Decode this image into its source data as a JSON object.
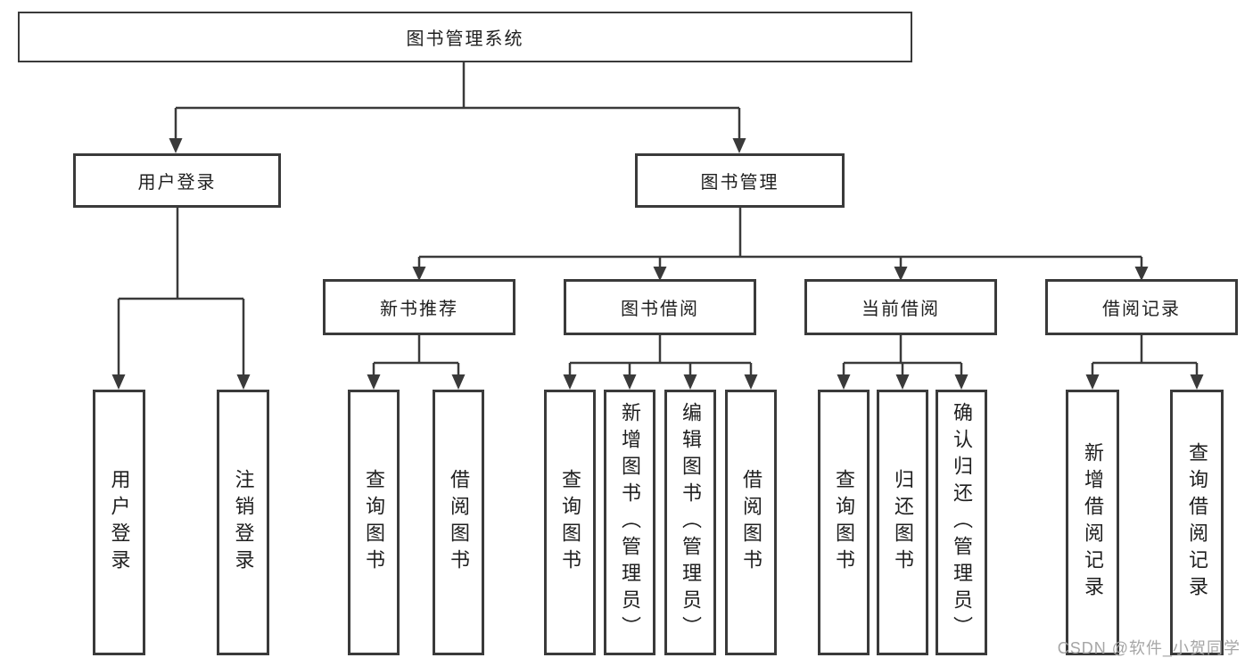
{
  "tree": {
    "label": "图书管理系统",
    "children": [
      {
        "label": "用户登录",
        "children": [
          {
            "label": "用户登录"
          },
          {
            "label": "注销登录"
          }
        ]
      },
      {
        "label": "图书管理",
        "children": [
          {
            "label": "新书推荐",
            "children": [
              {
                "label": "查询图书"
              },
              {
                "label": "借阅图书"
              }
            ]
          },
          {
            "label": "图书借阅",
            "children": [
              {
                "label": "查询图书"
              },
              {
                "label": "新增图书（管理员）"
              },
              {
                "label": "编辑图书（管理员）"
              },
              {
                "label": "借阅图书"
              }
            ]
          },
          {
            "label": "当前借阅",
            "children": [
              {
                "label": "查询图书"
              },
              {
                "label": "归还图书"
              },
              {
                "label": "确认归还（管理员）"
              }
            ]
          },
          {
            "label": "借阅记录",
            "children": [
              {
                "label": "新增借阅记录"
              },
              {
                "label": "查询借阅记录"
              }
            ]
          }
        ]
      }
    ]
  },
  "watermark": {
    "text": "CSDN @软件_小贺同学"
  },
  "colors": {
    "line": "#3a3a3a",
    "text": "#1f1f1f",
    "watermark": "#a6a6a6",
    "background": "#ffffff"
  }
}
